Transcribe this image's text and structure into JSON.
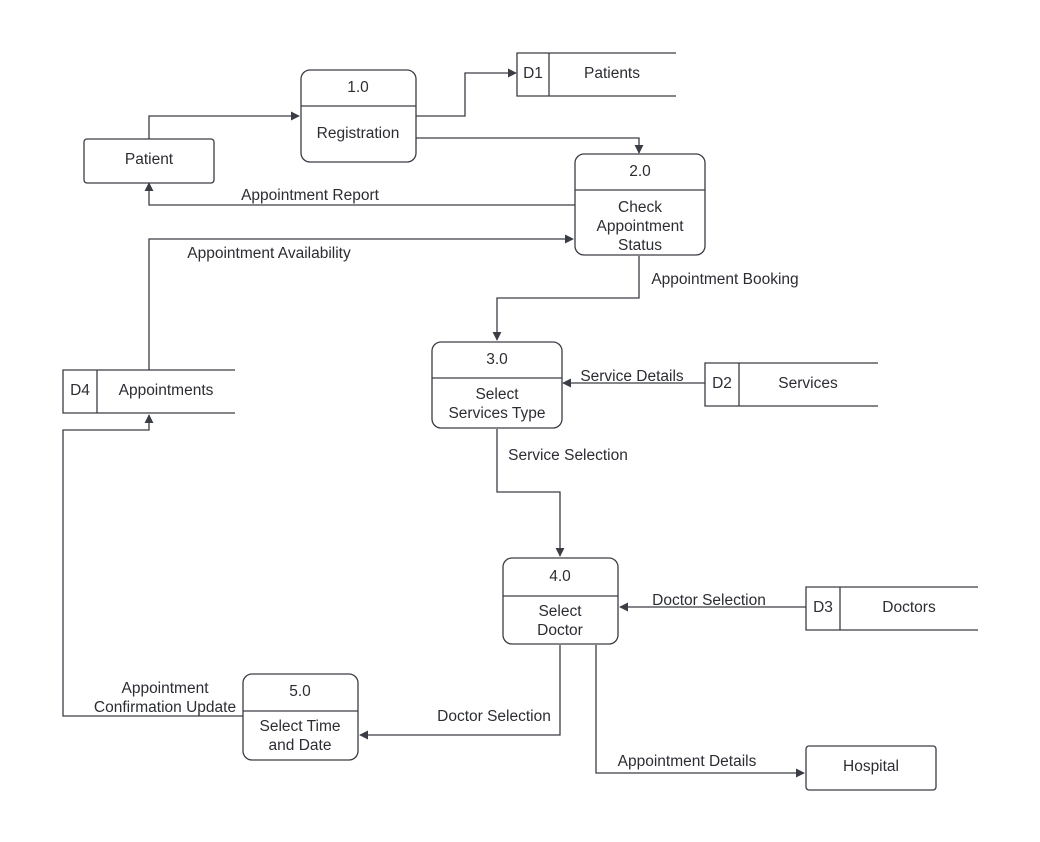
{
  "entities": [
    {
      "id": "patient",
      "label": "Patient"
    },
    {
      "id": "hospital",
      "label": "Hospital"
    }
  ],
  "processes": [
    {
      "id": "p1",
      "number": "1.0",
      "lines": [
        "Registration"
      ]
    },
    {
      "id": "p2",
      "number": "2.0",
      "lines": [
        "Check",
        "Appointment",
        "Status"
      ]
    },
    {
      "id": "p3",
      "number": "3.0",
      "lines": [
        "Select",
        "Services Type"
      ]
    },
    {
      "id": "p4",
      "number": "4.0",
      "lines": [
        "Select",
        "Doctor"
      ]
    },
    {
      "id": "p5",
      "number": "5.0",
      "lines": [
        "Select Time",
        "and Date"
      ]
    }
  ],
  "stores": [
    {
      "id": "d1",
      "code": "D1",
      "label": "Patients"
    },
    {
      "id": "d2",
      "code": "D2",
      "label": "Services"
    },
    {
      "id": "d3",
      "code": "D3",
      "label": "Doctors"
    },
    {
      "id": "d4",
      "code": "D4",
      "label": "Appointments"
    }
  ],
  "flows": [
    {
      "id": "patient-to-registration",
      "label": ""
    },
    {
      "id": "registration-to-patients",
      "label": ""
    },
    {
      "id": "registration-to-check",
      "label": ""
    },
    {
      "id": "appointment-report",
      "label": "Appointment Report"
    },
    {
      "id": "appointment-availability",
      "label": "Appointment Availability"
    },
    {
      "id": "appointment-booking",
      "label": "Appointment Booking"
    },
    {
      "id": "service-details",
      "label": "Service Details"
    },
    {
      "id": "service-selection",
      "label": "Service Selection"
    },
    {
      "id": "doctor-selection-d3",
      "label": "Doctor Selection"
    },
    {
      "id": "doctor-selection-p5",
      "label": "Doctor Selection"
    },
    {
      "id": "appointment-details",
      "label": "Appointment Details"
    },
    {
      "id": "confirmation-update",
      "label": "Appointment Confirmation Update",
      "lines": [
        "Appointment",
        "Confirmation Update"
      ]
    }
  ]
}
